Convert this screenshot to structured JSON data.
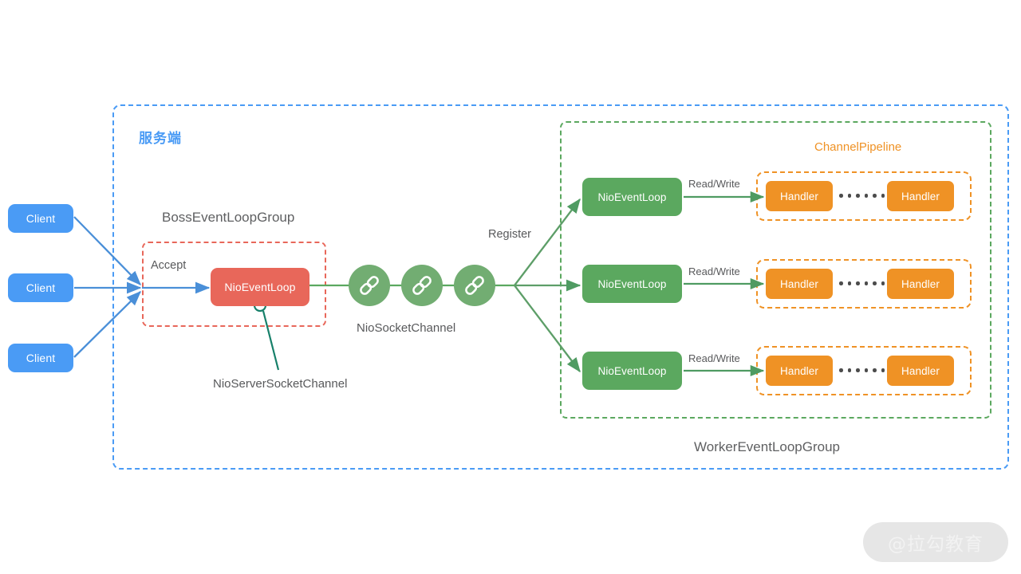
{
  "diagram": {
    "title_cn": "服务端",
    "colors": {
      "client_blue": "#4a9bf5",
      "boss_red": "#e8675a",
      "worker_green": "#5ba85f",
      "chain_green": "#72ad72",
      "handler_orange": "#ef9225",
      "text_gray": "#58595b",
      "teal_line": "#17806a"
    },
    "clients": [
      {
        "label": "Client"
      },
      {
        "label": "Client"
      },
      {
        "label": "Client"
      }
    ],
    "boss": {
      "group_label": "BossEventLoopGroup",
      "accept_label": "Accept",
      "event_loop_label": "NioEventLoop",
      "server_socket_channel_label": "NioServerSocketChannel"
    },
    "channels": {
      "socket_channel_label": "NioSocketChannel",
      "register_label": "Register",
      "icon": "chain-link-icon",
      "count": 3
    },
    "worker": {
      "group_label": "WorkerEventLoopGroup",
      "pipeline_label": "ChannelPipeline",
      "rows": [
        {
          "event_loop_label": "NioEventLoop",
          "arrow_label": "Read/Write",
          "handlers": [
            "Handler",
            "Handler"
          ],
          "ellipsis_dots": 6
        },
        {
          "event_loop_label": "NioEventLoop",
          "arrow_label": "Read/Write",
          "handlers": [
            "Handler",
            "Handler"
          ],
          "ellipsis_dots": 6
        },
        {
          "event_loop_label": "NioEventLoop",
          "arrow_label": "Read/Write",
          "handlers": [
            "Handler",
            "Handler"
          ],
          "ellipsis_dots": 6
        }
      ]
    },
    "watermark": "@拉勾教育"
  }
}
